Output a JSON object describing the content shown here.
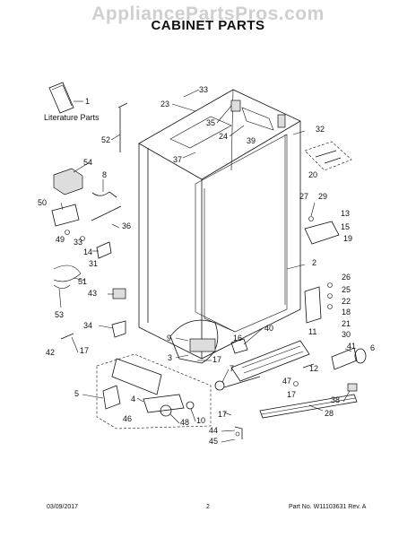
{
  "header": {
    "watermark": "AppliancePartsPros.com",
    "title": "CABINET PARTS"
  },
  "literature_label": "Literature Parts",
  "callouts": [
    {
      "id": "c1",
      "text": "1"
    },
    {
      "id": "c33a",
      "text": "33"
    },
    {
      "id": "c23",
      "text": "23"
    },
    {
      "id": "c35",
      "text": "35"
    },
    {
      "id": "c52",
      "text": "52"
    },
    {
      "id": "c24",
      "text": "24"
    },
    {
      "id": "c39",
      "text": "39"
    },
    {
      "id": "c32",
      "text": "32"
    },
    {
      "id": "c37",
      "text": "37"
    },
    {
      "id": "c54",
      "text": "54"
    },
    {
      "id": "c8",
      "text": "8"
    },
    {
      "id": "c20",
      "text": "20"
    },
    {
      "id": "c29",
      "text": "29"
    },
    {
      "id": "c50",
      "text": "50"
    },
    {
      "id": "c27",
      "text": "27"
    },
    {
      "id": "c13",
      "text": "13"
    },
    {
      "id": "c36",
      "text": "36"
    },
    {
      "id": "c49",
      "text": "49"
    },
    {
      "id": "c33b",
      "text": "33"
    },
    {
      "id": "c15",
      "text": "15"
    },
    {
      "id": "c19",
      "text": "19"
    },
    {
      "id": "c14",
      "text": "14"
    },
    {
      "id": "c31",
      "text": "31"
    },
    {
      "id": "c2",
      "text": "2"
    },
    {
      "id": "c51",
      "text": "51"
    },
    {
      "id": "c26",
      "text": "26"
    },
    {
      "id": "c25",
      "text": "25"
    },
    {
      "id": "c43",
      "text": "43"
    },
    {
      "id": "c22",
      "text": "22"
    },
    {
      "id": "c18",
      "text": "18"
    },
    {
      "id": "c53",
      "text": "53"
    },
    {
      "id": "c21",
      "text": "21"
    },
    {
      "id": "c34",
      "text": "34"
    },
    {
      "id": "c11",
      "text": "11"
    },
    {
      "id": "c30",
      "text": "30"
    },
    {
      "id": "c9",
      "text": "9"
    },
    {
      "id": "c16",
      "text": "16"
    },
    {
      "id": "c40",
      "text": "40"
    },
    {
      "id": "c41",
      "text": "41"
    },
    {
      "id": "c6",
      "text": "6"
    },
    {
      "id": "c42",
      "text": "42"
    },
    {
      "id": "c17a",
      "text": "17"
    },
    {
      "id": "c3",
      "text": "3"
    },
    {
      "id": "c17b",
      "text": "17"
    },
    {
      "id": "c12",
      "text": "12"
    },
    {
      "id": "c7",
      "text": "7"
    },
    {
      "id": "c47",
      "text": "47"
    },
    {
      "id": "c5",
      "text": "5"
    },
    {
      "id": "c4",
      "text": "4"
    },
    {
      "id": "c17c",
      "text": "17"
    },
    {
      "id": "c38",
      "text": "38"
    },
    {
      "id": "c46",
      "text": "46"
    },
    {
      "id": "c48",
      "text": "48"
    },
    {
      "id": "c10",
      "text": "10"
    },
    {
      "id": "c17d",
      "text": "17"
    },
    {
      "id": "c28",
      "text": "28"
    },
    {
      "id": "c44",
      "text": "44"
    },
    {
      "id": "c45",
      "text": "45"
    }
  ],
  "footer": {
    "date": "03/09/2017",
    "page": "2",
    "part_info": "Part No. W11103631  Rev. A"
  }
}
